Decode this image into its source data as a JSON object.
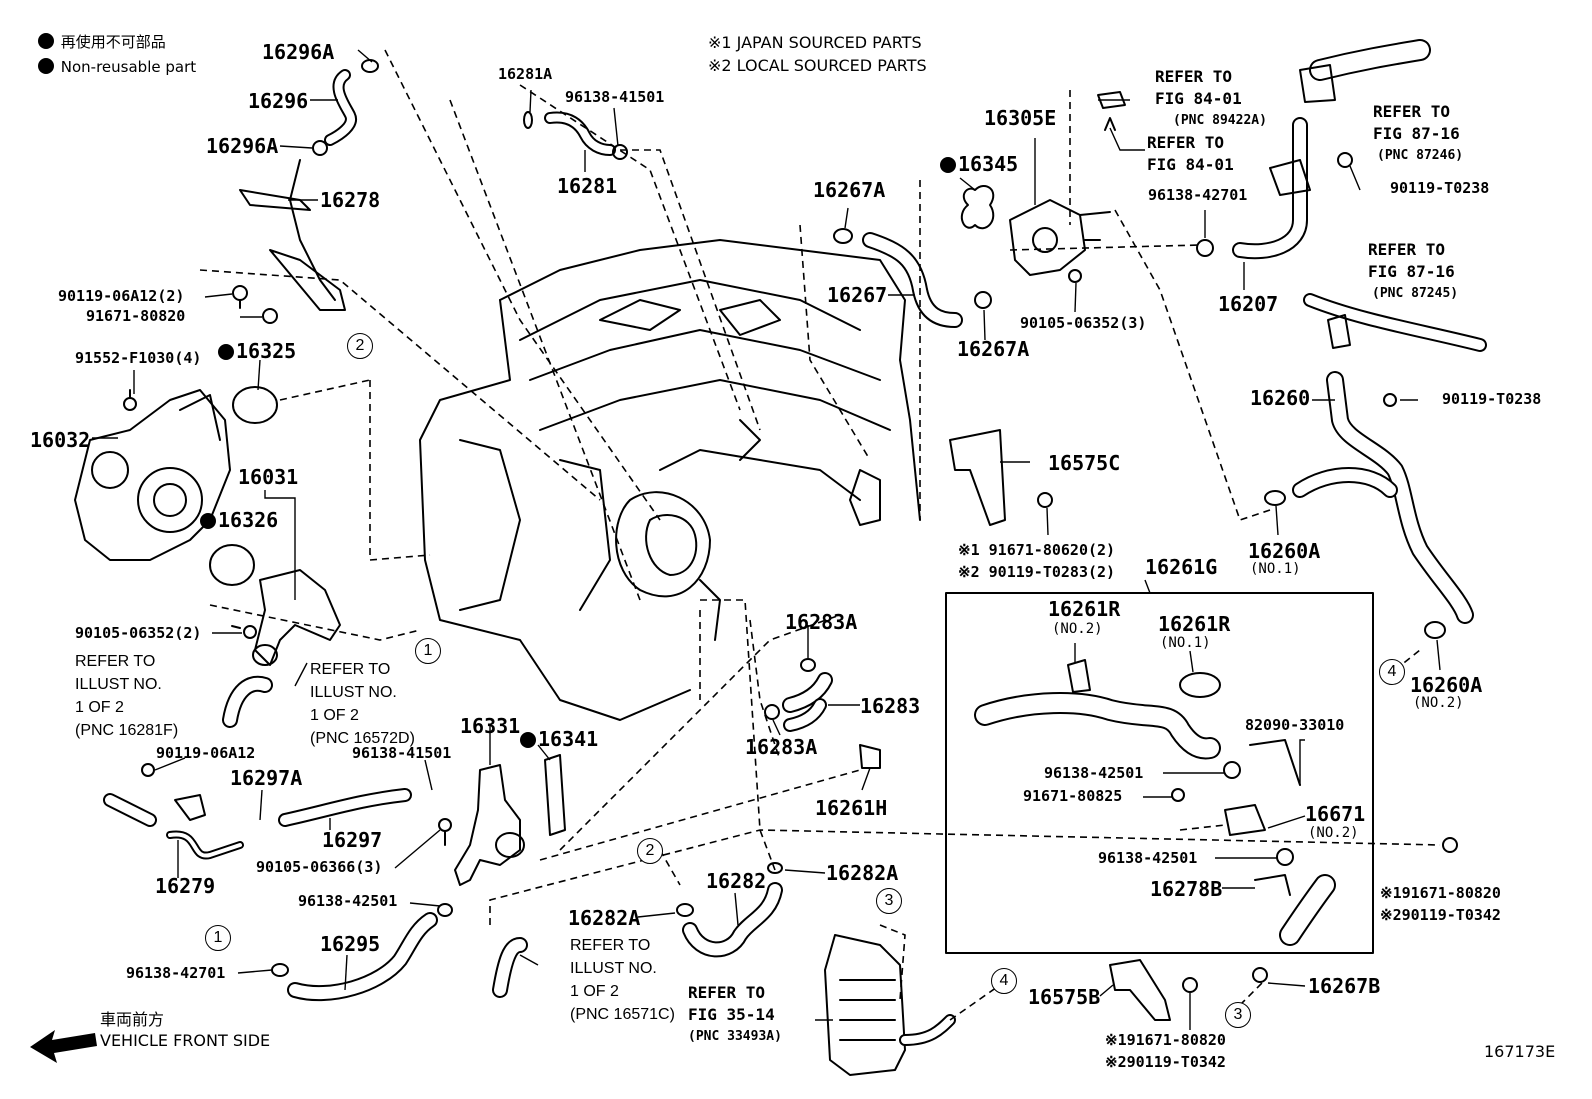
{
  "legend": {
    "item_jp": "再使用不可部品",
    "item_en": "Non-reusable part"
  },
  "notes": {
    "note1": "※1 JAPAN SOURCED PARTS",
    "note2": "※2 LOCAL SOURCED PARTS"
  },
  "parts": {
    "p16296A_top": "16296A",
    "p16296": "16296",
    "p16296A_bottom": "16296A",
    "p16278": "16278",
    "p90119_06A12_2": "90119-06A12(2)",
    "p91671_80820_a": "91671-80820",
    "p91552_F1030_4": "91552-F1030(4)",
    "p16325": "16325",
    "p16032": "16032",
    "p16031": "16031",
    "p16326": "16326",
    "p90105_06352_2": "90105-06352(2)",
    "p16281A": "16281A",
    "p96138_41501_a": "96138-41501",
    "p16281": "16281",
    "p16305E": "16305E",
    "p16345": "16345",
    "p16267A_top": "16267A",
    "p16267": "16267",
    "p16267A_bottom": "16267A",
    "p90105_06352_3": "90105-06352(3)",
    "p96138_42701_a": "96138-42701",
    "p16207": "16207",
    "p90119_T0238_a": "90119-T0238",
    "p16260": "16260",
    "p90119_T0238_b": "90119-T0238",
    "p16575C": "16575C",
    "p91671_80620_2": "※1 91671-80620(2)",
    "p90119_T0283_2": "※2 90119-T0283(2)",
    "p16260A_no1": "16260A",
    "p16260A_no1_sub": "(NO.1)",
    "p16261G": "16261G",
    "p16261R_no2": "16261R",
    "p16261R_no2_sub": "(NO.2)",
    "p16261R_no1": "16261R",
    "p16261R_no1_sub": "(NO.1)",
    "p82090_33010": "82090-33010",
    "p96138_42501_a": "96138-42501",
    "p91671_80825": "91671-80825",
    "p16671": "16671",
    "p16671_sub": "(NO.2)",
    "p96138_42501_b": "96138-42501",
    "p16278B": "16278B",
    "p16260A_no2": "16260A",
    "p16260A_no2_sub": "(NO.2)",
    "p191671_80820_r": "※191671-80820",
    "p290119_T0342_r": "※290119-T0342",
    "p16267B": "16267B",
    "p16575B": "16575B",
    "p191671_80820_b": "※191671-80820",
    "p290119_T0342_b": "※290119-T0342",
    "p16283A_top": "16283A",
    "p16283": "16283",
    "p16283A_bottom": "16283A",
    "p16261H": "16261H",
    "p16331": "16331",
    "p16341": "16341",
    "p90119_06A12": "90119-06A12",
    "p16297A": "16297A",
    "p96138_41501_b": "96138-41501",
    "p16297": "16297",
    "p90105_06366_3": "90105-06366(3)",
    "p16279": "16279",
    "p96138_42501_c": "96138-42501",
    "p16295": "16295",
    "p96138_42701_b": "96138-42701",
    "p16282A_right": "16282A",
    "p16282": "16282",
    "p16282A_left": "16282A"
  },
  "refers": {
    "fig8401a_l1": "REFER TO",
    "fig8401a_l2": "FIG 84-01",
    "fig8401a_l3": "(PNC 89422A)",
    "fig8401b_l1": "REFER TO",
    "fig8401b_l2": "FIG 84-01",
    "fig8716a_l1": "REFER TO",
    "fig8716a_l2": "FIG 87-16",
    "fig8716a_l3": "(PNC 87246)",
    "fig8716b_l1": "REFER TO",
    "fig8716b_l2": "FIG 87-16",
    "fig8716b_l3": "(PNC 87245)",
    "fig3514_l1": "REFER TO",
    "fig3514_l2": "FIG 35-14",
    "fig3514_l3": "(PNC 33493A)"
  },
  "illus": {
    "a_l1": "REFER TO",
    "a_l2": "ILLUST NO.",
    "a_l3": "1 OF 2",
    "a_l4": "(PNC 16281F)",
    "b_l1": "REFER TO",
    "b_l2": "ILLUST NO.",
    "b_l3": "1 OF 2",
    "b_l4": "(PNC 16572D)",
    "c_l1": "REFER TO",
    "c_l2": "ILLUST NO.",
    "c_l3": "1 OF 2",
    "c_l4": "(PNC 16571C)"
  },
  "markers": {
    "m1": "1",
    "m2": "2",
    "m3": "3",
    "m4": "4"
  },
  "direction": {
    "jp": "車両前方",
    "en": "VEHICLE FRONT SIDE"
  },
  "figure_id": "167173E"
}
